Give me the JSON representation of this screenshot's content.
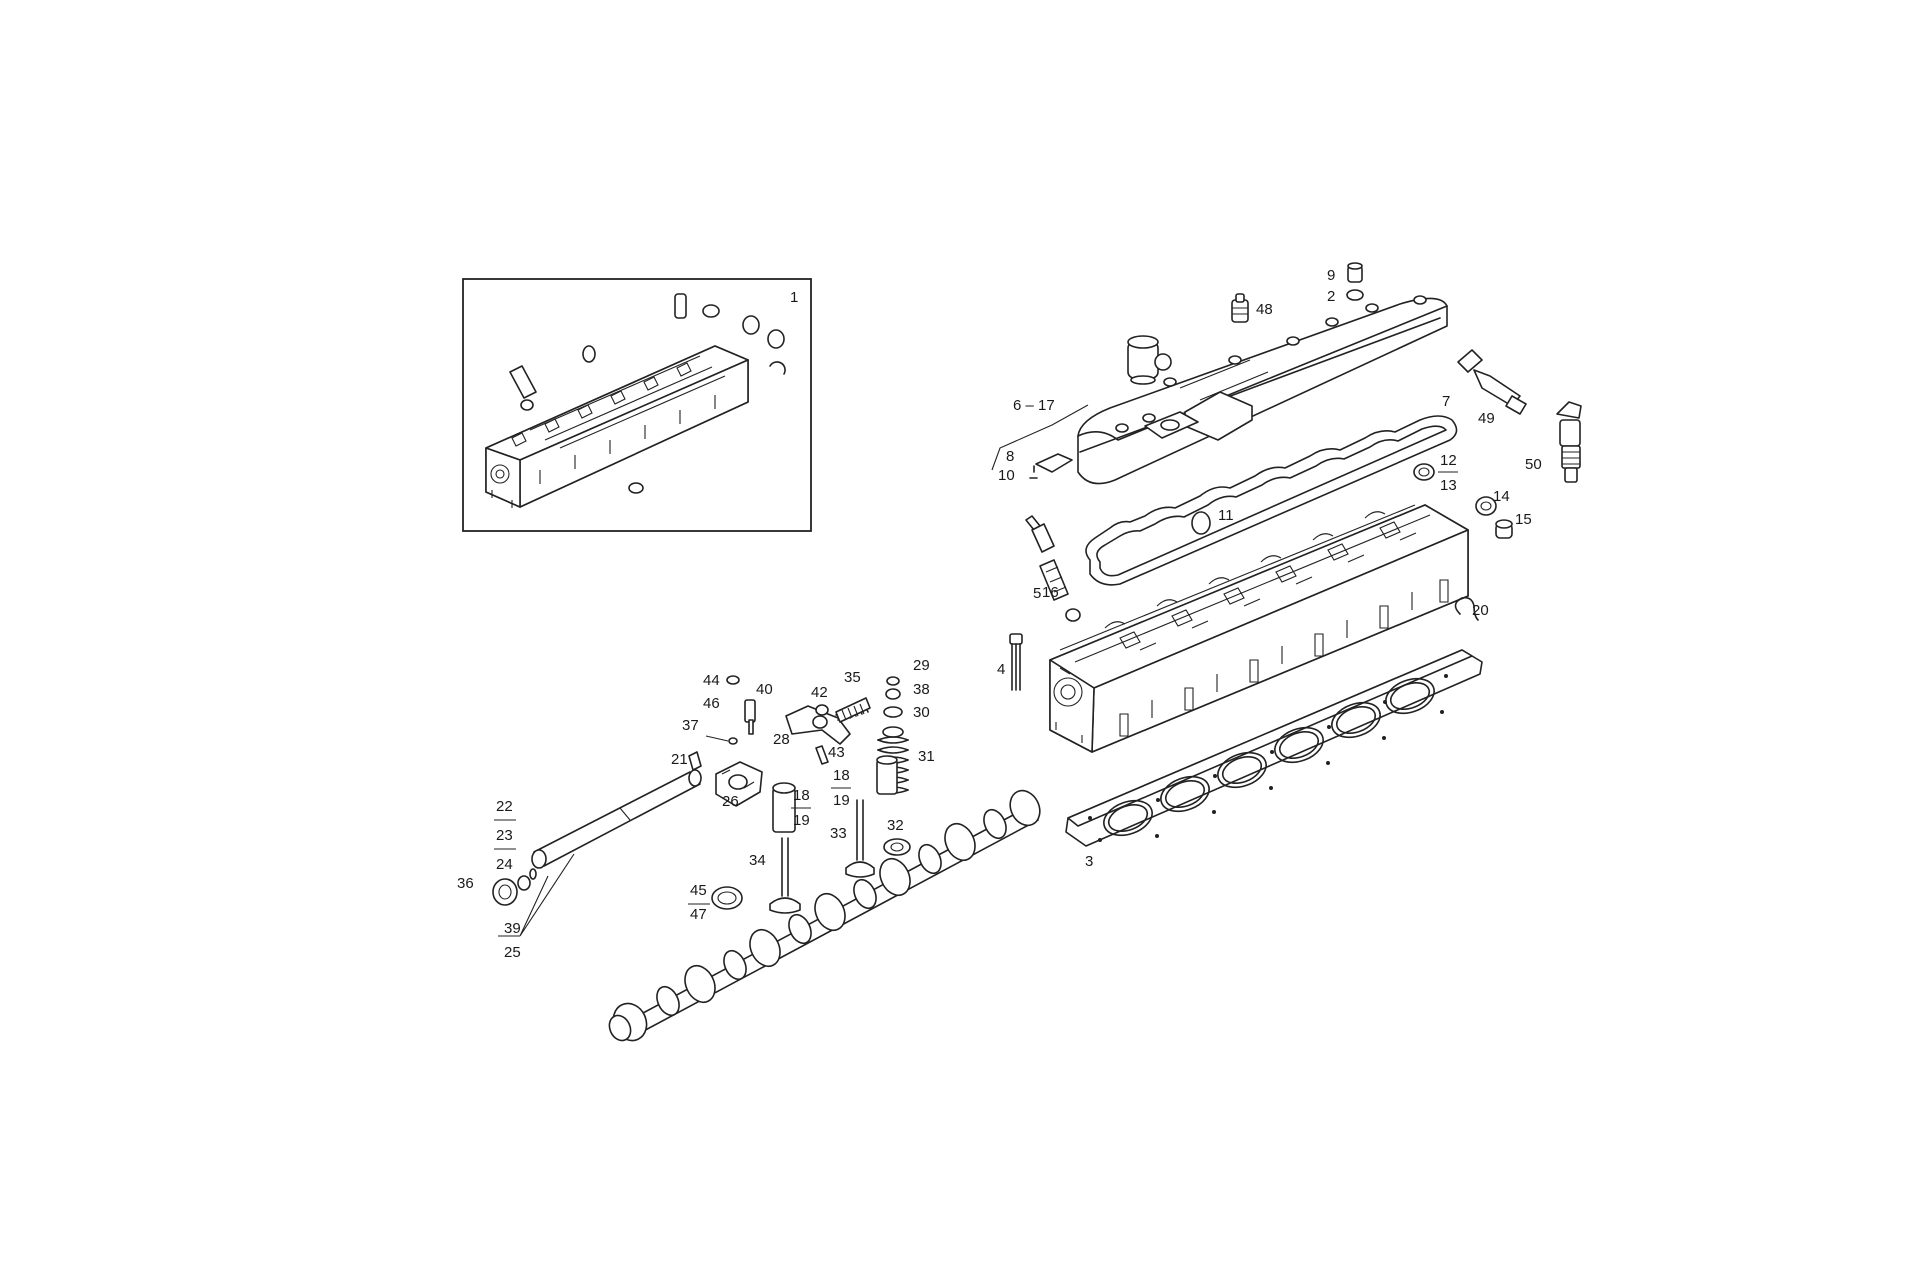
{
  "callouts": {
    "c1": "1",
    "c2": "2",
    "c3": "3",
    "c4": "4",
    "c5": "5",
    "c6_17": "6 – 17",
    "c7": "7",
    "c8": "8",
    "c9": "9",
    "c10": "10",
    "c11": "11",
    "c12": "12",
    "c13": "13",
    "c14": "14",
    "c15": "15",
    "c16": "16",
    "c18a": "18",
    "c19a": "19",
    "c18b": "18",
    "c19b": "19",
    "c20": "20",
    "c21": "21",
    "c22": "22",
    "c23": "23",
    "c24": "24",
    "c25": "25",
    "c26": "26",
    "c28": "28",
    "c29": "29",
    "c30": "30",
    "c31": "31",
    "c32": "32",
    "c33": "33",
    "c34": "34",
    "c35": "35",
    "c36": "36",
    "c37": "37",
    "c38": "38",
    "c39": "39",
    "c40": "40",
    "c42": "42",
    "c43": "43",
    "c44": "44",
    "c45": "45",
    "c46": "46",
    "c47": "47",
    "c48": "48",
    "c49": "49",
    "c50": "50"
  }
}
